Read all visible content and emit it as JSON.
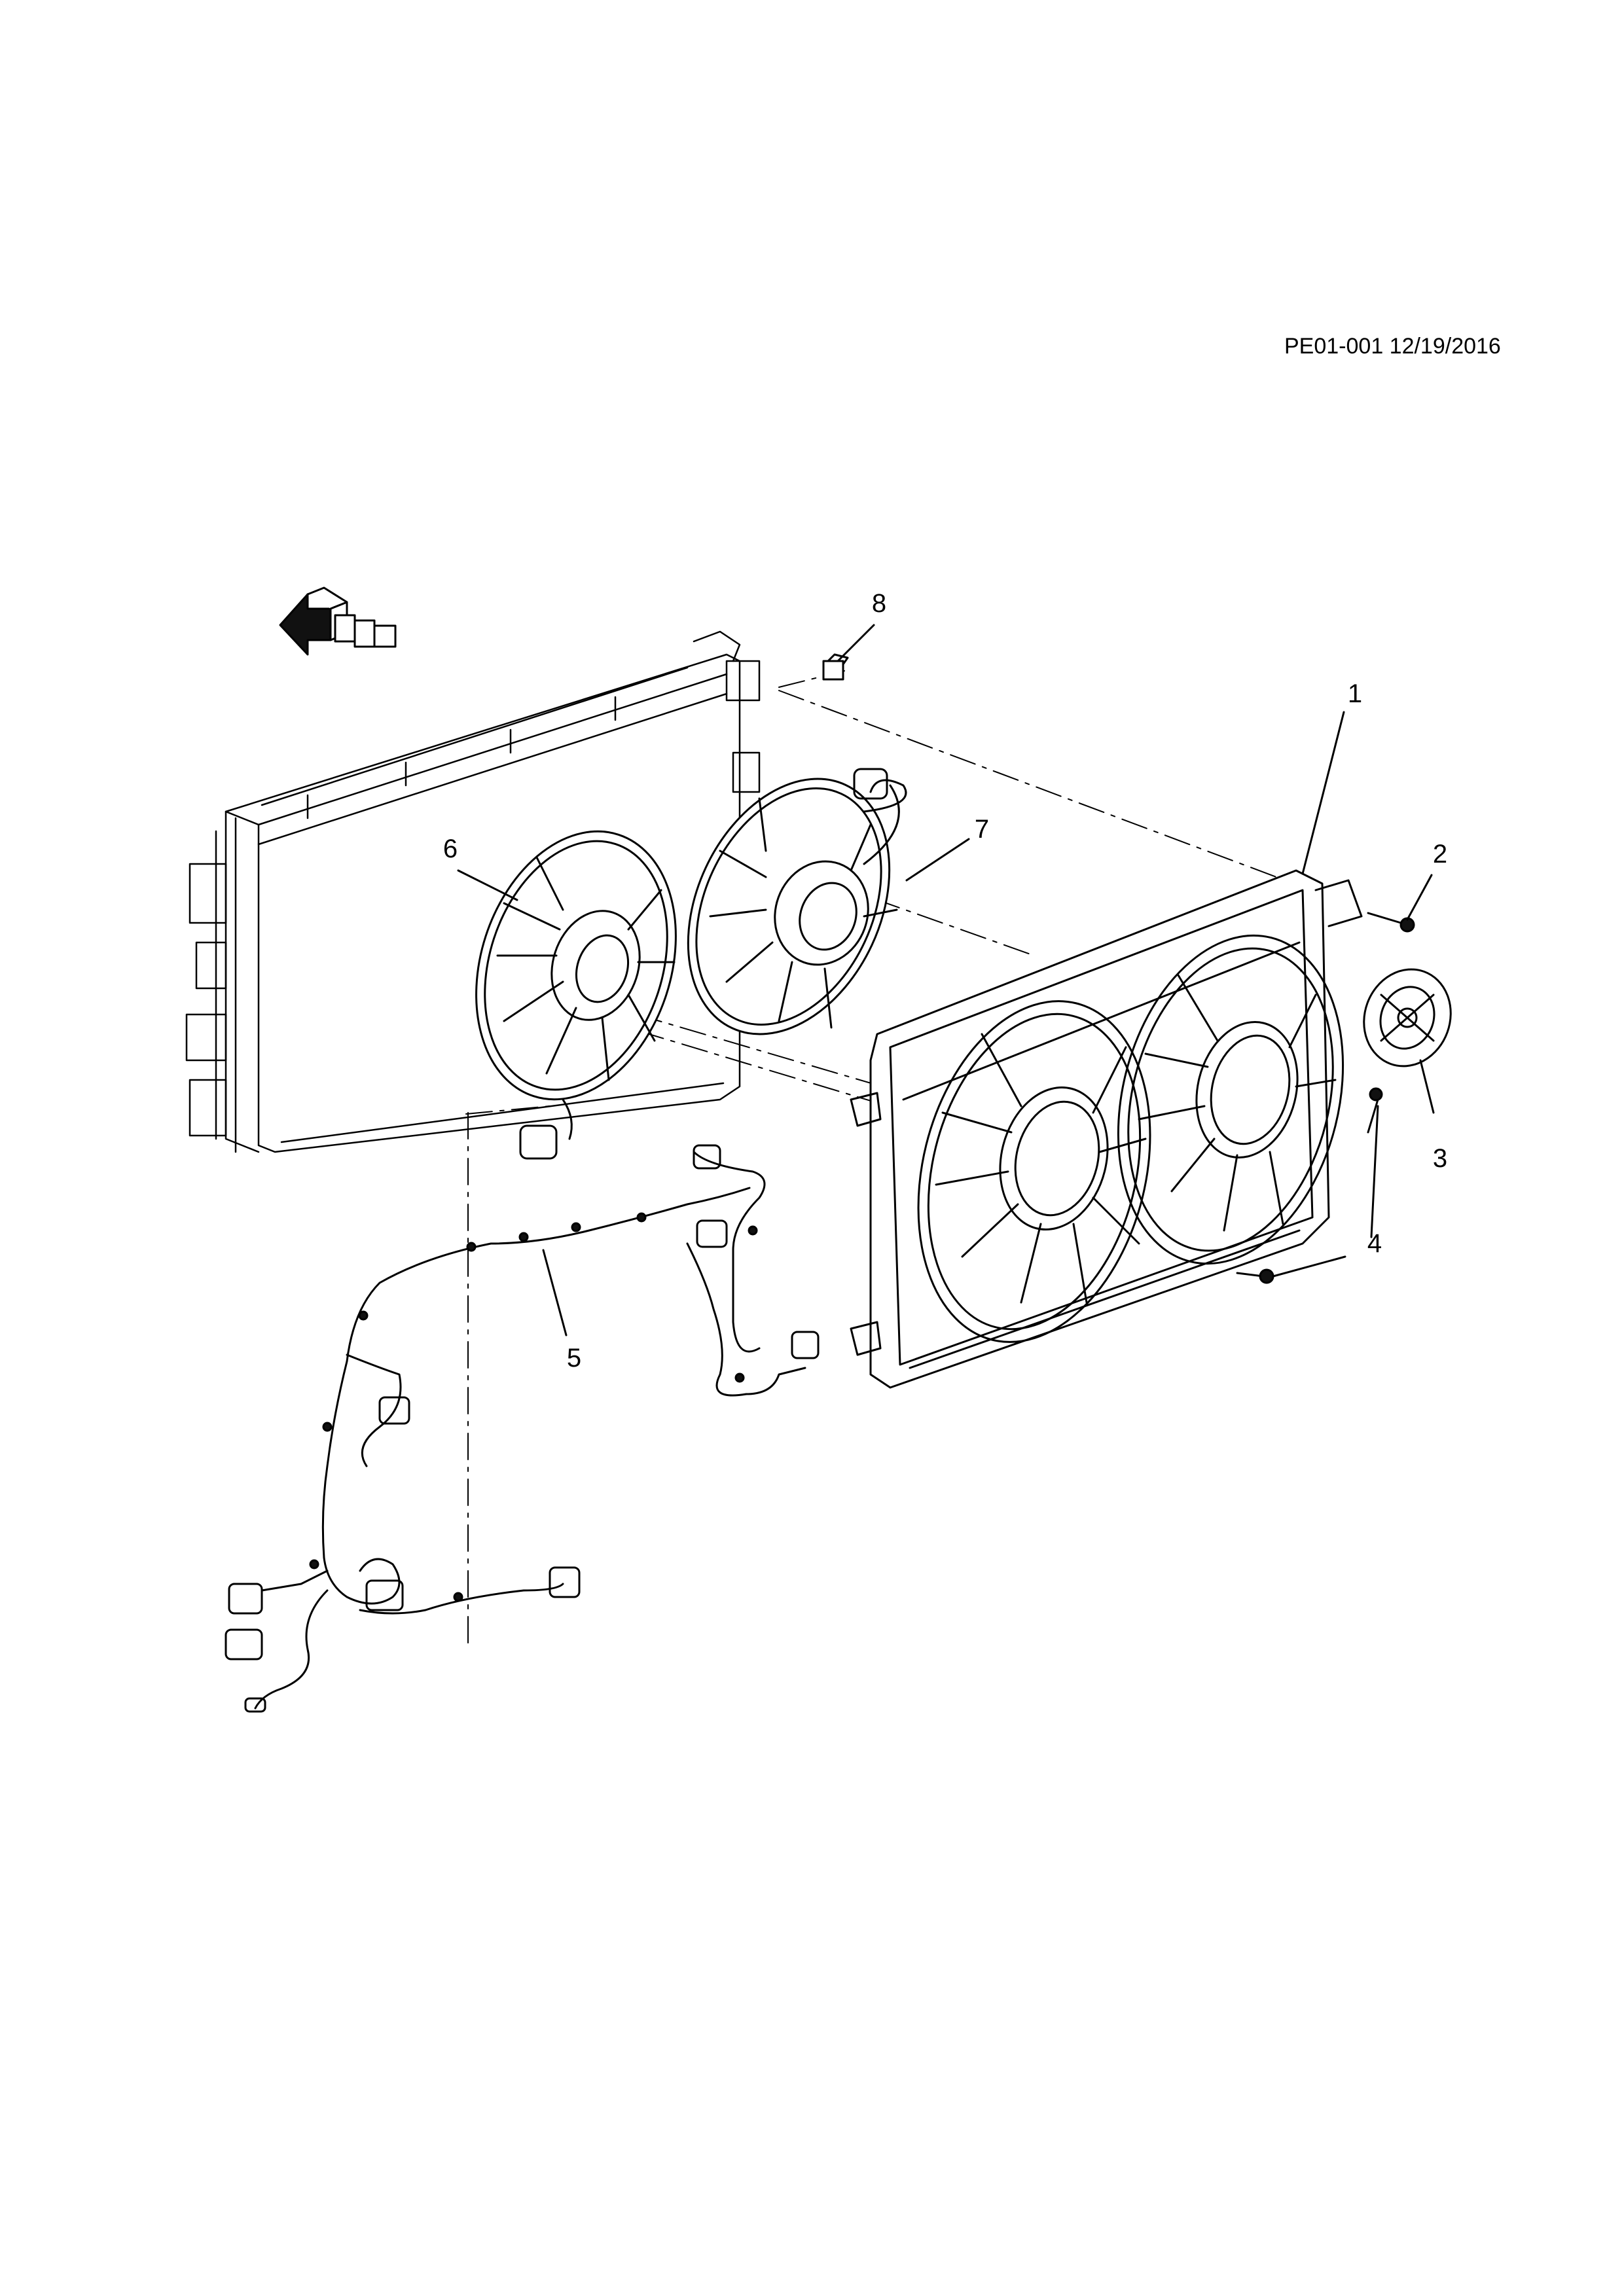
{
  "header": {
    "reference": "PE01-001 12/19/2016"
  },
  "callouts": [
    {
      "id": "1",
      "label": "1"
    },
    {
      "id": "2",
      "label": "2"
    },
    {
      "id": "3",
      "label": "3"
    },
    {
      "id": "4",
      "label": "4"
    },
    {
      "id": "5",
      "label": "5"
    },
    {
      "id": "6",
      "label": "6"
    },
    {
      "id": "7",
      "label": "7"
    },
    {
      "id": "8",
      "label": "8"
    }
  ],
  "icons": {
    "orientation": "front-arrow-icon"
  },
  "colors": {
    "line": "#000000",
    "background": "#ffffff"
  }
}
